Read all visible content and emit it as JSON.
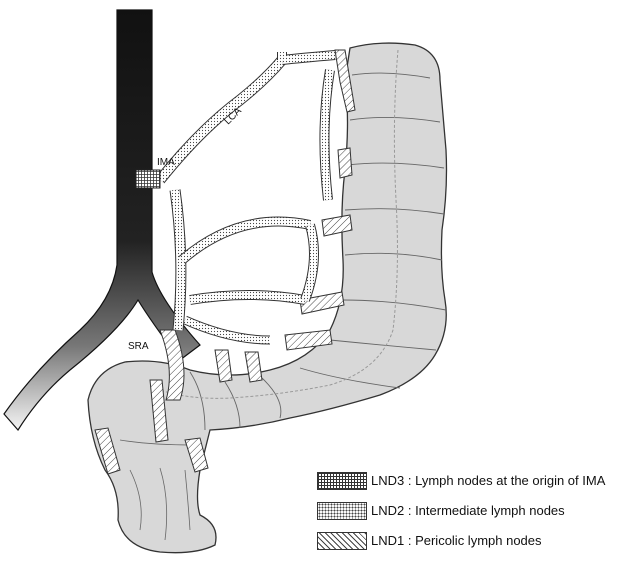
{
  "labels": {
    "lca": "LCA",
    "ima": "IMA",
    "sra": "SRA"
  },
  "legend": [
    {
      "code": "LND3",
      "text": "LND3 : Lymph nodes at the origin of IMA",
      "pattern": "crosshatch"
    },
    {
      "code": "LND2",
      "text": "LND2 : Intermediate lymph nodes",
      "pattern": "dots"
    },
    {
      "code": "LND1",
      "text": "LND1 : Pericolic lymph nodes",
      "pattern": "diagonal"
    }
  ],
  "colors": {
    "aorta_top": "#111111",
    "aorta_bottom": "#ffffff",
    "colon": "#d9d9d9",
    "outline": "#333333"
  }
}
